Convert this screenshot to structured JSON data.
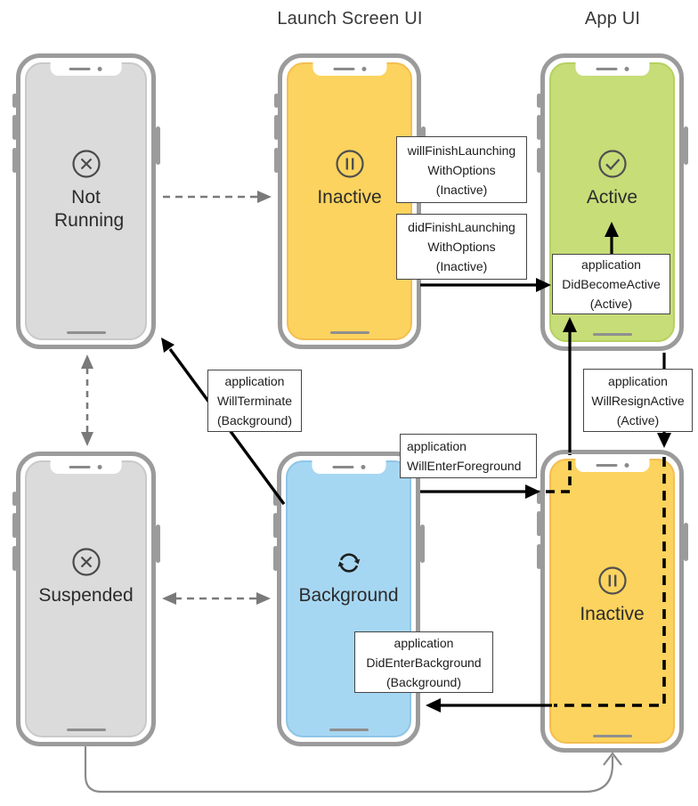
{
  "titles": {
    "launch_screen_ui": "Launch Screen UI",
    "app_ui": "App UI"
  },
  "phones": [
    {
      "label": "Not Running",
      "icon": "circle-x",
      "screen_style": "background:#DBDBDB;border:2px solid #C9C9C9"
    },
    {
      "label": "Inactive",
      "icon": "circle-pause",
      "screen_style": "background:#FCD35E;border:2px solid #F4BE52"
    },
    {
      "label": "Active",
      "icon": "circle-check",
      "screen_style": "background:#C7DD78;border:2px solid #B6D160"
    },
    {
      "label": "Suspended",
      "icon": "circle-x",
      "screen_style": "background:#DBDBDB;border:2px solid #C9C9C9"
    },
    {
      "label": "Background",
      "icon": "refresh",
      "screen_style": "background:#A6D7F2;border:2px solid #8FC5E6"
    },
    {
      "label": "Inactive",
      "icon": "circle-pause",
      "screen_style": "background:#FCD35E;border:2px solid #F4BE52"
    }
  ],
  "callouts": [
    {
      "lines": [
        "willFinishLaunching",
        "WithOptions",
        "(Inactive)"
      ]
    },
    {
      "lines": [
        "didFinishLaunching",
        "WithOptions",
        "(Inactive)"
      ]
    },
    {
      "lines": [
        "application",
        "DidBecomeActive",
        "(Active)"
      ]
    },
    {
      "lines": [
        "application",
        "WillTerminate",
        "(Background)"
      ]
    },
    {
      "lines": [
        "application",
        "WillEnterForeground"
      ]
    },
    {
      "lines": [
        "application",
        "WillResignActive",
        "(Active)"
      ]
    },
    {
      "lines": [
        "application",
        "DidEnterBackground",
        "(Background)"
      ]
    }
  ],
  "colors": {
    "accent_yellow": "#FCD35E",
    "accent_green": "#C7DD78",
    "accent_blue": "#A6D7F2",
    "screen_gray": "#DBDBDB",
    "frame_gray": "#9B9B9B",
    "arrow_black": "#000000",
    "arrow_gray": "#7A7A7A"
  }
}
